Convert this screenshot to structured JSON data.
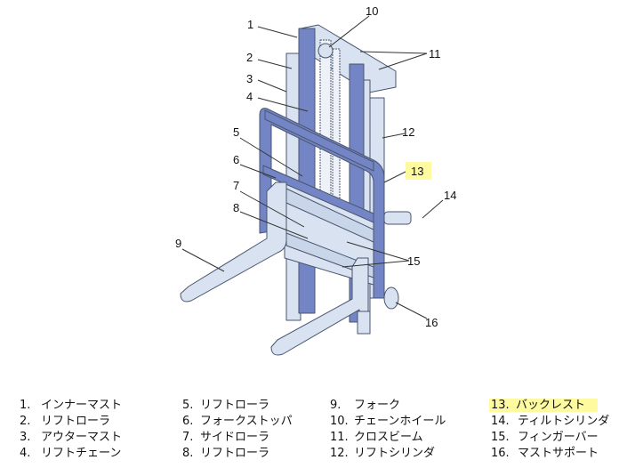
{
  "callouts": [
    "1",
    "2",
    "3",
    "4",
    "5",
    "6",
    "7",
    "8",
    "9",
    "10",
    "11",
    "12",
    "13",
    "14",
    "15",
    "16"
  ],
  "highlighted_callout": "13",
  "colors": {
    "body": "#d8e2f0",
    "accent": "#7385c4",
    "outline": "#4a5570",
    "highlight": "#fdfaa0"
  },
  "legend": [
    {
      "num": "1.",
      "label": "インナーマスト"
    },
    {
      "num": "2.",
      "label": "リフトローラ"
    },
    {
      "num": "3.",
      "label": "アウターマスト"
    },
    {
      "num": "4.",
      "label": "リフトチェーン"
    },
    {
      "num": "5.",
      "label": "リフトローラ"
    },
    {
      "num": "6.",
      "label": "フォークストッパ"
    },
    {
      "num": "7.",
      "label": "サイドローラ"
    },
    {
      "num": "8.",
      "label": "リフトローラ"
    },
    {
      "num": "9.",
      "label": "フォーク"
    },
    {
      "num": "10.",
      "label": "チェーンホイール"
    },
    {
      "num": "11.",
      "label": "クロスビーム"
    },
    {
      "num": "12.",
      "label": "リフトシリンダ"
    },
    {
      "num": "13.",
      "label": "バックレスト"
    },
    {
      "num": "14.",
      "label": "ティルトシリンダ"
    },
    {
      "num": "15.",
      "label": "フィンガーバー"
    },
    {
      "num": "16.",
      "label": "マストサポート"
    }
  ]
}
